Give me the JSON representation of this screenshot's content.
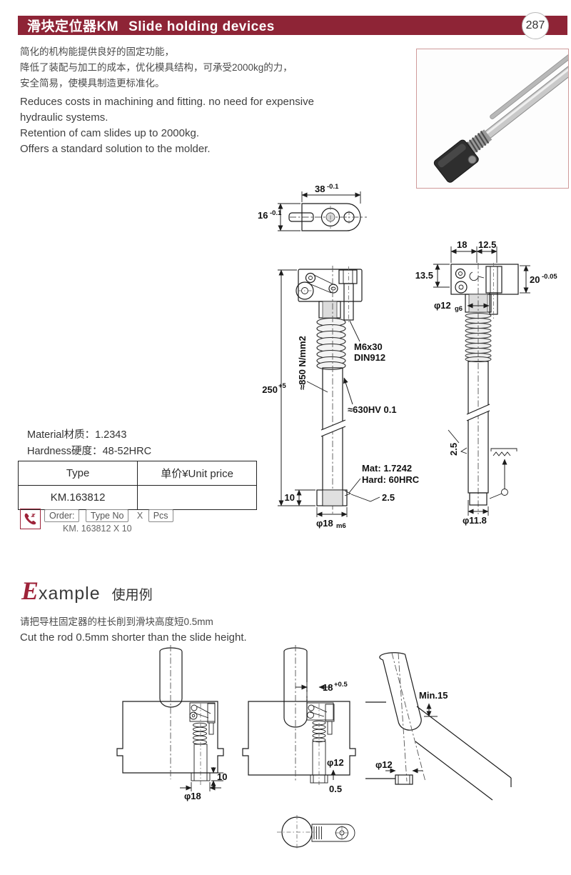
{
  "page_number": "287",
  "header": {
    "title_zh": "滑块定位器KM",
    "title_en": "Slide holding devices"
  },
  "intro": {
    "zh": [
      "简化的机构能提供良好的固定功能，",
      "降低了装配与加工的成本，优化模具结构，可承受2000kg的力，",
      "安全简易，使模具制造更标准化。"
    ],
    "en": [
      "Reduces costs in machining and fitting. no need for expensive",
      "hydraulic systems.",
      "Retention of cam slides up to 2000kg.",
      "Offers a standard solution to the molder."
    ]
  },
  "specs": {
    "material_label": "Material材质：",
    "material_value": "1.2343",
    "hardness_label": "Hardness硬度：",
    "hardness_value": "48-52HRC"
  },
  "table": {
    "headers": [
      "Type",
      "单价¥Unit price"
    ],
    "rows": [
      [
        "KM.163812",
        ""
      ]
    ]
  },
  "order": {
    "label": "Order:",
    "type_no": "Type No",
    "times": "X",
    "pcs": "Pcs",
    "example_line": "KM. 163812  X  10"
  },
  "example": {
    "initial": "E",
    "rest": "xample",
    "zh_title": "使用例",
    "note_zh": "请把导柱固定器的柱长削到滑块高度短0.5mm",
    "note_en": "Cut the rod 0.5mm shorter than the slide height."
  },
  "dims": {
    "top_view": {
      "w": "38",
      "w_tol": "-0.1",
      "h": "16",
      "h_tol": "-0.1"
    },
    "front": {
      "len": "250",
      "len_tol": "+5",
      "spring": "≈850 N/mm2",
      "screw1": "M6x30",
      "screw2": "DIN912",
      "surface": "≈630HV 0.1",
      "mat": "Mat: 1.7242",
      "hard": "Hard: 60HRC",
      "h10": "10",
      "ch25": "2.5",
      "dia": "φ18",
      "dia_fit": "m6"
    },
    "side": {
      "d18": "18",
      "d125": "12.5",
      "d135": "13.5",
      "d20": "20",
      "d20_tol": "-0.05",
      "dia12": "φ12",
      "dia12_fit": "g6",
      "ch25": "2.5",
      "dia_bottom": "φ11.8"
    },
    "ex1": {
      "h10": "10",
      "dia": "φ18"
    },
    "ex2": {
      "d18": "18",
      "d18_tol": "+0.5",
      "dia": "φ12",
      "gap": "0.5"
    },
    "ex3": {
      "min": "Min.15",
      "dia": "φ12"
    }
  },
  "colors": {
    "accent": "#8e2436",
    "photo_border": "#cf9a9a",
    "drawing_fill": "#e0e0e0"
  }
}
